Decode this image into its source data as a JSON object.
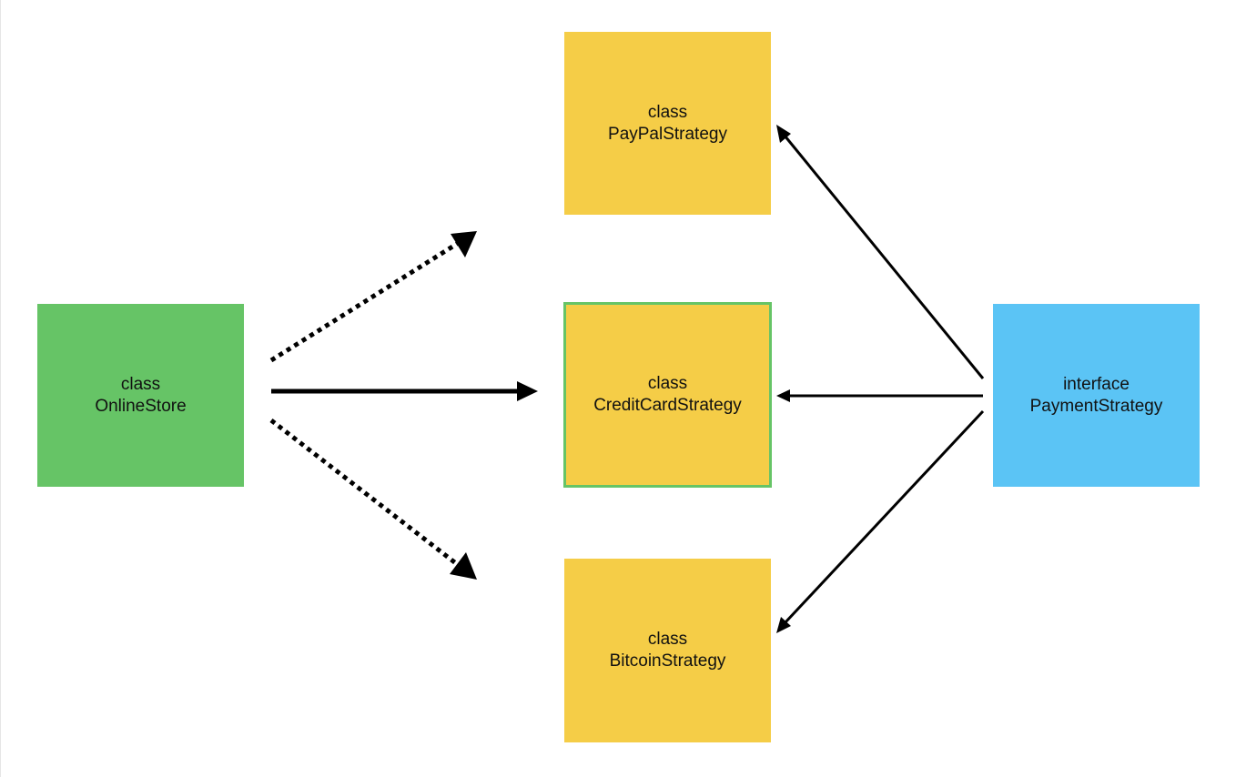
{
  "diagram": {
    "nodes": {
      "online_store": {
        "line1": "class",
        "line2": "OnlineStore",
        "color": "#66c466"
      },
      "paypal": {
        "line1": "class",
        "line2": "PayPalStrategy",
        "color": "#f5cd47"
      },
      "creditcard": {
        "line1": "class",
        "line2": "CreditCardStrategy",
        "color": "#f5cd47",
        "border_color": "#66c466"
      },
      "bitcoin": {
        "line1": "class",
        "line2": "BitcoinStrategy",
        "color": "#f5cd47"
      },
      "payment": {
        "line1": "interface",
        "line2": "PaymentStrategy",
        "color": "#5bc4f5"
      }
    },
    "edges": [
      {
        "from": "online_store",
        "to": "paypal",
        "style": "dotted"
      },
      {
        "from": "online_store",
        "to": "creditcard",
        "style": "solid-bold"
      },
      {
        "from": "online_store",
        "to": "bitcoin",
        "style": "dotted"
      },
      {
        "from": "payment",
        "to": "paypal",
        "style": "solid"
      },
      {
        "from": "payment",
        "to": "creditcard",
        "style": "solid"
      },
      {
        "from": "payment",
        "to": "bitcoin",
        "style": "solid"
      }
    ]
  }
}
